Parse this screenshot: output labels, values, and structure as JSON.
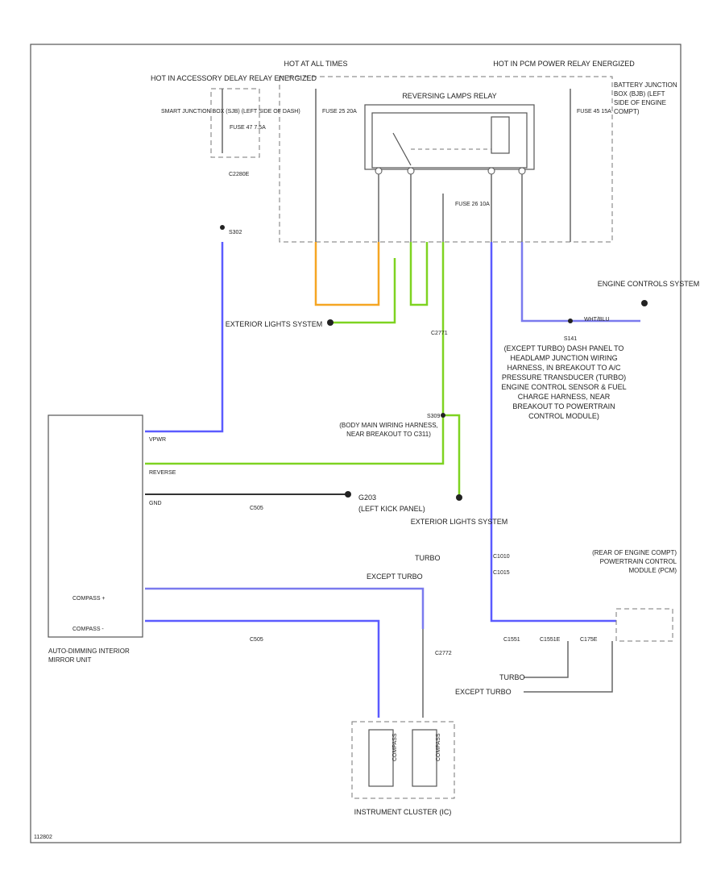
{
  "labels": {
    "hot_acc": "HOT IN ACCESSORY DELAY RELAY ENERGIZED",
    "smart_jb": "SMART JUNCTION BOX (SJB) (LEFT SIDE OF DASH)",
    "fuse_acc": "FUSE 47 7.5A",
    "c2280e": "C2280E",
    "s302": "S302",
    "hot_all": "HOT AT ALL TIMES",
    "fuse_all": "FUSE 25 20A",
    "rev_relay": "REVERSING LAMPS RELAY",
    "hot_pcm": "HOT IN PCM POWER RELAY ENERGIZED",
    "fuse_pcm": "FUSE 45 15A",
    "bjb": "BATTERY JUNCTION BOX (BJB) (LEFT SIDE OF ENGINE COMPT)",
    "fuse_inner": "FUSE 26 10A",
    "ext_lights_1": "EXTERIOR LIGHTS SYSTEM",
    "c2771": "C2771",
    "engine_controls": "ENGINE CONTROLS SYSTEM",
    "wht_blu": "WHT/BLU",
    "s141": "S141",
    "s141_desc": "(EXCEPT TURBO) DASH PANEL TO HEADLAMP JUNCTION WIRING HARNESS, IN BREAKOUT TO A/C PRESSURE TRANSDUCER (TURBO) ENGINE CONTROL SENSOR & FUEL CHARGE HARNESS, NEAR BREAKOUT TO POWERTRAIN CONTROL MODULE)",
    "s309": "S309",
    "s309_desc": "(BODY MAIN WIRING HARNESS, NEAR BREAKOUT TO C311)",
    "g203": "G203",
    "g203_desc": "(LEFT KICK PANEL)",
    "c505": "C505",
    "ext_lights_2": "EXTERIOR LIGHTS SYSTEM",
    "turbo": "TURBO",
    "except_turbo": "EXCEPT TURBO",
    "c1010": "C1010",
    "c1015": "C1015",
    "rear_engine": "(REAR OF ENGINE COMPT) POWERTRAIN CONTROL MODULE (PCM)",
    "c505b": "C505",
    "c1551": "C1551",
    "c1551e": "C1551E",
    "c175e": "C175E",
    "turbo2": "TURBO",
    "except_turbo2": "EXCEPT TURBO",
    "c2772": "C2772",
    "mirror_unit": "AUTO-DIMMING INTERIOR MIRROR UNIT",
    "vpwr": "VPWR",
    "reverse": "REVERSE",
    "gnd": "GND",
    "compass1": "COMPASS +",
    "compass2": "COMPASS -",
    "ipc": "INSTRUMENT CLUSTER (IC)",
    "ipc_pin1": "COMPASS",
    "ipc_pin2": "COMPASS",
    "footer_id": "112802"
  },
  "wire_colors": {
    "blue": "#5b5bff",
    "green": "#7ed321",
    "orange": "#f5a623",
    "black": "#333333"
  }
}
